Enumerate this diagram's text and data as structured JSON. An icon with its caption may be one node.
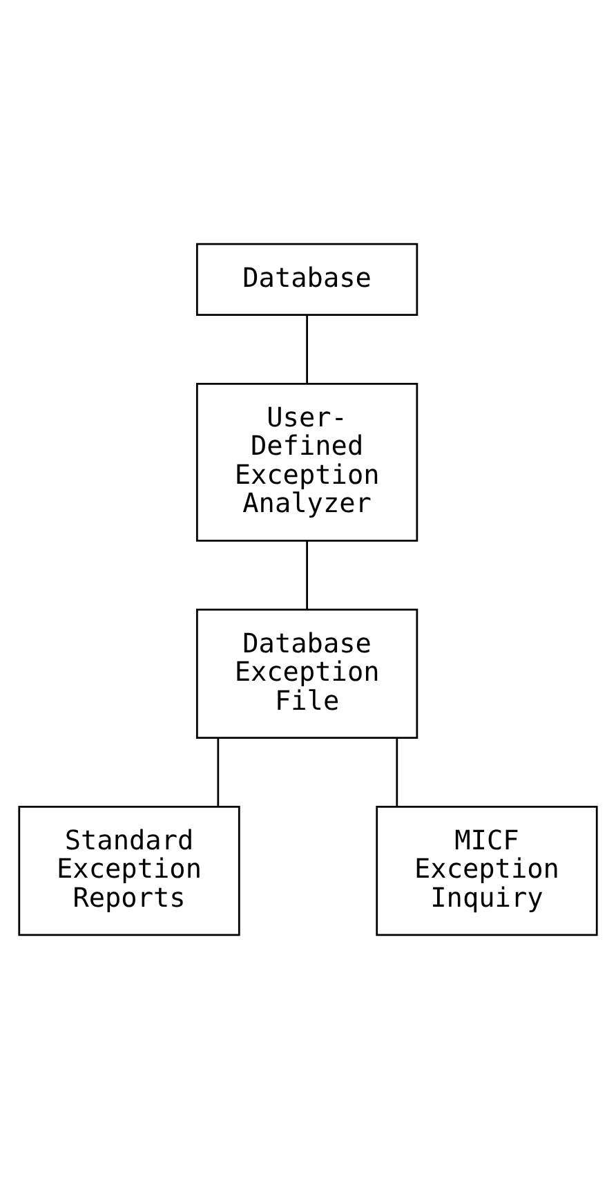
{
  "diagram": {
    "nodes": [
      {
        "text": [
          "Database"
        ]
      },
      {
        "text": [
          "User- Defined Exception Analyzer"
        ]
      },
      {
        "text": [
          "Database Exception File"
        ]
      },
      {
        "text": [
          "Standard Exception Reports"
        ]
      },
      {
        "text": [
          "MICF Exception Inquiry"
        ]
      }
    ],
    "edges": [
      {
        "from": 0,
        "to": 1,
        "arrow": "none"
      },
      {
        "from": 1,
        "to": 2,
        "arrow": "none"
      },
      {
        "from": 2,
        "to": 3,
        "arrow": "none"
      },
      {
        "from": 2,
        "to": 4,
        "arrow": "none"
      }
    ]
  }
}
